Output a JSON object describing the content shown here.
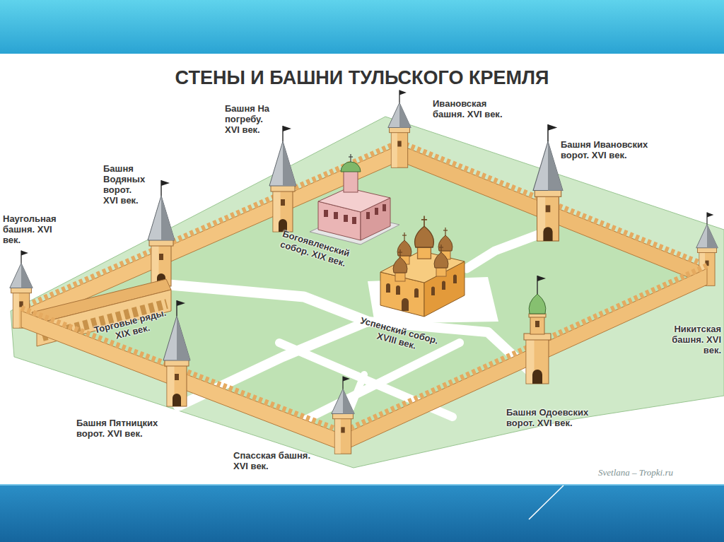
{
  "diagram": {
    "title": "СТЕНЫ И БАШНИ ТУЛЬСКОГО КРЕМЛЯ",
    "labels": [
      "Башня На погребу. XVI век.",
      "Ивановская башня. XVI век.",
      "Башня Ивановских ворот. XVI век.",
      "Башня Водяных ворот. XVI век.",
      "Наугольная башня. XVI век.",
      "Богоявленский собор. XIX век.",
      "Торговые ряды. XIX век.",
      "Успенский собор. XVIII век.",
      "Никитская башня. XVI век.",
      "Башня Пятницких ворот. XVI век.",
      "Башня Одоевских ворот. XVI век.",
      "Спасская башня. XVI век.",
      "Svetlana – Tropki.ru"
    ]
  }
}
